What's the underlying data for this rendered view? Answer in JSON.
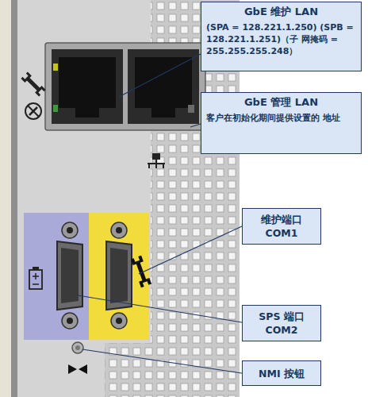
{
  "diagram": {
    "nodes": [
      {
        "text": [
          "GbE 维护 LAN",
          "(SPA = 128.221.1.250) (SPB = 128.221.1.251)（子 网掩码 = 255.255.255.248）"
        ]
      },
      {
        "text": [
          "GbE 管理 LAN",
          "客户在初始化期间提供设置的 地址"
        ]
      },
      {
        "text": [
          "维护端口 COM1"
        ]
      },
      {
        "text": [
          "SPS 端口 COM2"
        ]
      },
      {
        "text": [
          "NMI 按钮"
        ]
      }
    ]
  }
}
